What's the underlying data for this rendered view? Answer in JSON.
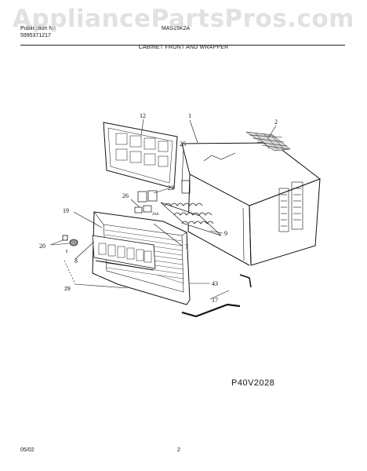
{
  "watermark": "AppliancePartsPros.com",
  "header": {
    "publication_label": "Publication No",
    "publication_no": "5995371217",
    "model": "MAS15K2A",
    "section_title": "CABINET FRONT AND WRAPPER"
  },
  "diagram": {
    "callouts": [
      "12",
      "1",
      "2",
      "25",
      "22",
      "26",
      "26A",
      "19",
      "9",
      "8",
      "7",
      "20",
      "29",
      "43",
      "17"
    ],
    "drawing_code": "P40V2028"
  },
  "footer": {
    "date": "05/02",
    "page": "2"
  }
}
